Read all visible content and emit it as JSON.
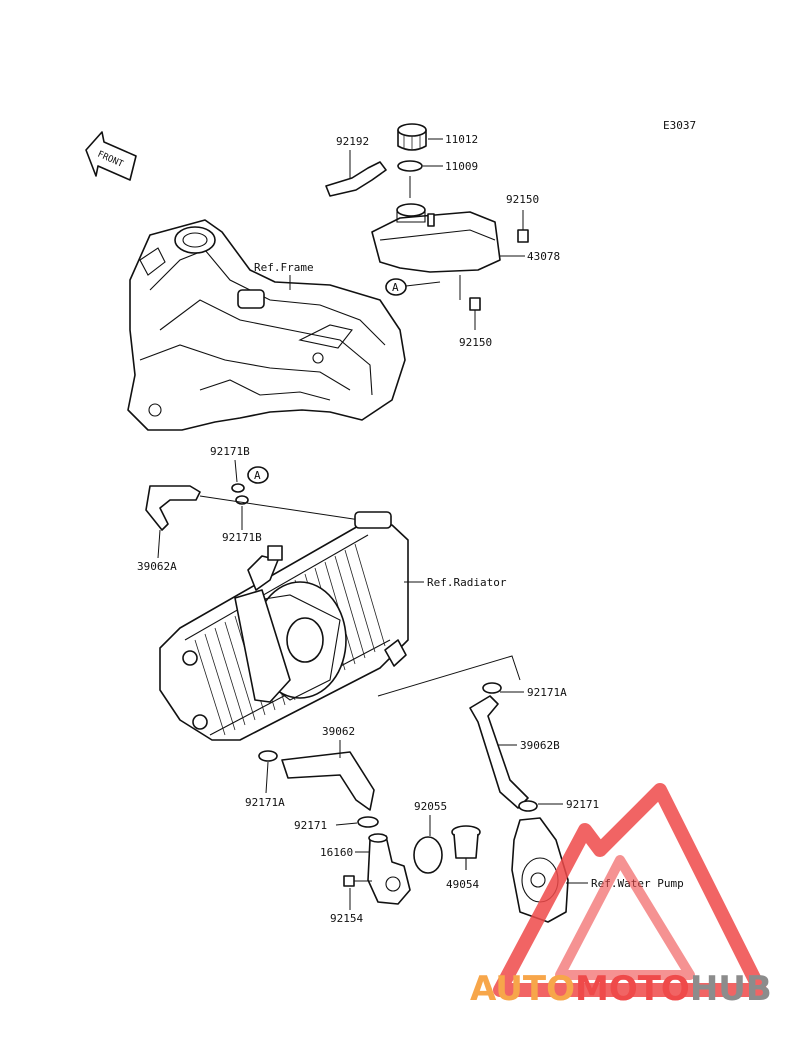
{
  "diagram_code": "E3037",
  "front_label": "FRONT",
  "ref_labels": {
    "frame": "Ref.Frame",
    "radiator": "Ref.Radiator",
    "water_pump": "Ref.Water Pump"
  },
  "callout": "A",
  "parts": {
    "p11012": "11012",
    "p11009": "11009",
    "p92192": "92192",
    "p92150_top": "92150",
    "p43078": "43078",
    "p92150_bot": "92150",
    "p92171B_top": "92171B",
    "p92171B_bot": "92171B",
    "p39062A": "39062A",
    "p92171A_right": "92171A",
    "p39062B": "39062B",
    "p39062": "39062",
    "p92171A_left": "92171A",
    "p92171_right": "92171",
    "p92171_left": "92171",
    "p92055": "92055",
    "p16160": "16160",
    "p49054": "49054",
    "p92154": "92154"
  },
  "watermark": {
    "part1": "AUTO",
    "part2": "MOTO",
    "part3": "HUB",
    "colors": {
      "orange": "#f7a64a",
      "red": "#ef4a4a",
      "gray": "#8c8c8c"
    }
  }
}
